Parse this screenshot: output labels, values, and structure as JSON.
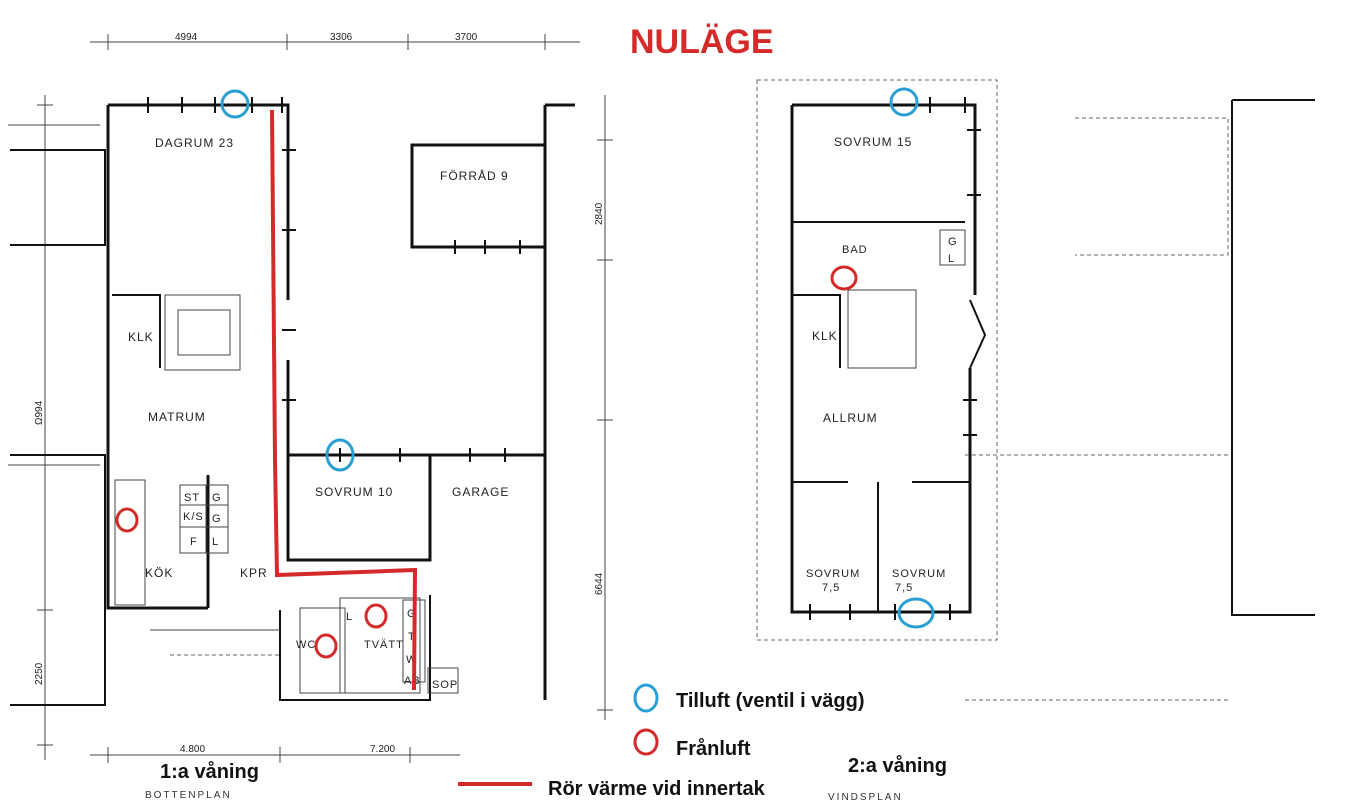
{
  "title": "NULÄGE",
  "dimensions_top": [
    "4994",
    "3306",
    "3700"
  ],
  "dimensions_side": [
    "2840",
    "6644",
    "Ω994",
    "2250"
  ],
  "dimensions_bottom": [
    "4.800",
    "7.200"
  ],
  "floor1": {
    "name": "1:a våning",
    "plan_label": "BOTTENPLAN",
    "rooms": {
      "dagrum": "DAGRUM 23",
      "forrad": "FÖRRÅD 9",
      "klk": "KLK",
      "matrum": "MATRUM",
      "sovrum": "SOVRUM 10",
      "garage": "GARAGE",
      "kok": "KÖK",
      "kpr": "KPR",
      "wc": "WC",
      "tvatt": "TVÄTT",
      "sop": "SOP"
    },
    "cabinet_labels": {
      "st": "ST",
      "g1": "G",
      "ks": "K/S",
      "g2": "G",
      "f": "F",
      "l1": "L",
      "l2": "L",
      "g3": "G",
      "t": "T",
      "w": "W",
      "ab": "AB"
    }
  },
  "floor2": {
    "name": "2:a våning",
    "plan_label": "VINDSPLAN",
    "rooms": {
      "sovrum15": "SOVRUM 15",
      "bad": "BAD",
      "klk": "KLK",
      "allrum": "ALLRUM",
      "sovrum_a": "SOVRUM",
      "sovrum_a_size": "7,5",
      "sovrum_b": "SOVRUM",
      "sovrum_b_size": "7,5"
    },
    "cabinet_labels": {
      "g": "G",
      "l": "L"
    }
  },
  "legend": {
    "supply_label": "Tilluft  (ventil i vägg)",
    "exhaust_label": "Frånluft",
    "pipe_label": "Rör värme vid innertak"
  },
  "colors": {
    "supply": "#2a9fd4",
    "exhaust": "#d42a2a",
    "pipe": "#d42a2a",
    "title": "#d42a2a"
  }
}
